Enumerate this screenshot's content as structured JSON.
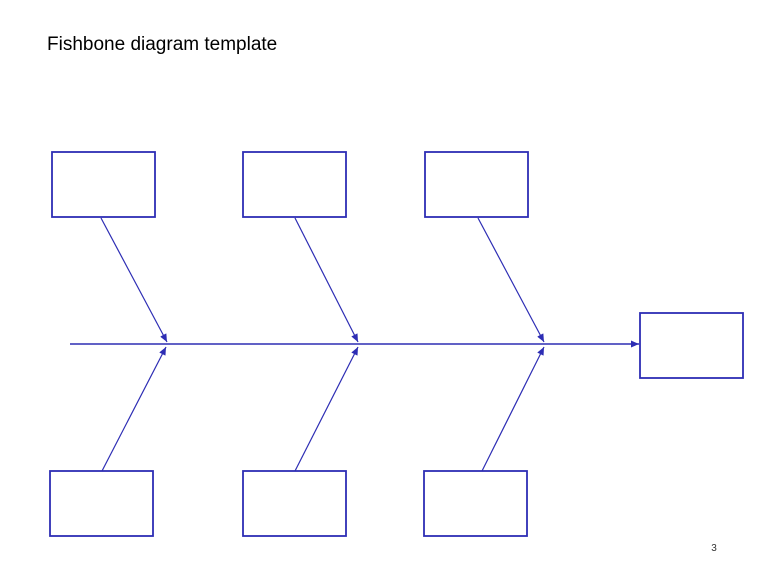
{
  "slide": {
    "title": "Fishbone diagram template",
    "page_number": "3",
    "background": "#ffffff"
  },
  "diagram": {
    "type": "fishbone",
    "line_color": "#2d2db4",
    "box_fill": "#ffffff",
    "head_box": {
      "label": ""
    },
    "top_boxes": [
      {
        "label": ""
      },
      {
        "label": ""
      },
      {
        "label": ""
      }
    ],
    "bottom_boxes": [
      {
        "label": ""
      },
      {
        "label": ""
      },
      {
        "label": ""
      }
    ]
  }
}
